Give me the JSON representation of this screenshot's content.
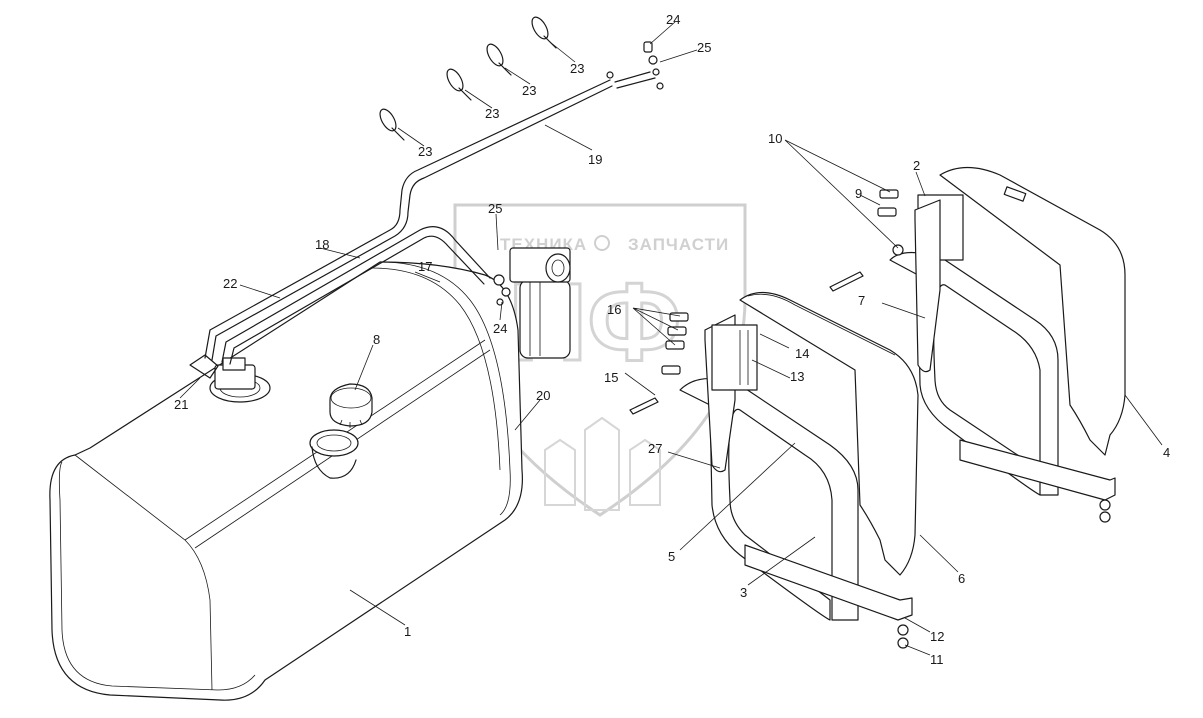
{
  "watermark": {
    "left_text": "ТЕХНИКА",
    "right_text": "ЗАПЧАСТИ",
    "logo_text": "ЭПФ"
  },
  "callouts": {
    "c1": "1",
    "c2": "2",
    "c3": "3",
    "c4": "4",
    "c5": "5",
    "c6": "6",
    "c7": "7",
    "c8": "8",
    "c9": "9",
    "c10": "10",
    "c11": "11",
    "c12": "12",
    "c13": "13",
    "c14": "14",
    "c15": "15",
    "c16": "16",
    "c17": "17",
    "c18": "18",
    "c19": "19",
    "c20": "20",
    "c21": "21",
    "c22": "22",
    "c23a": "23",
    "c23b": "23",
    "c23c": "23",
    "c23d": "23",
    "c24a": "24",
    "c24b": "24",
    "c25a": "25",
    "c25b": "25",
    "c27": "27"
  }
}
